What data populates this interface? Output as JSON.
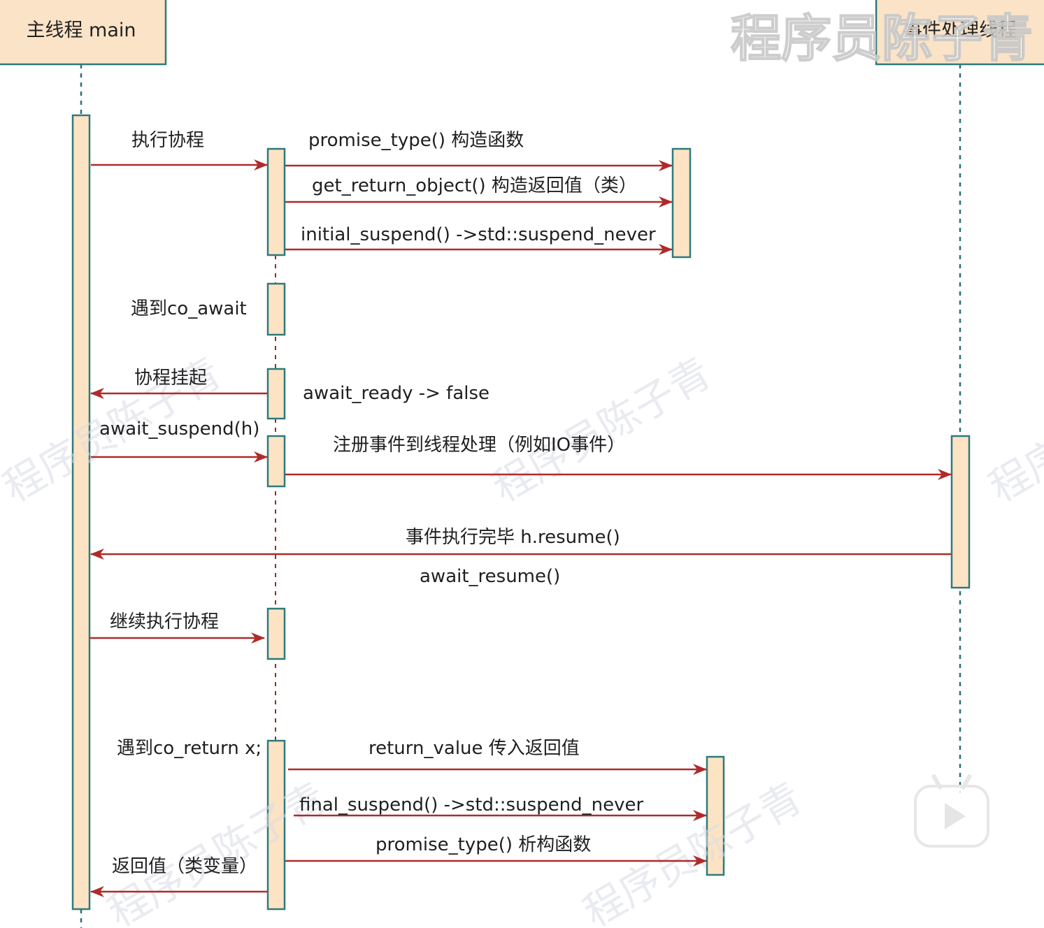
{
  "participants": {
    "main_thread": "主线程 main",
    "event_thread": "事件处理线程"
  },
  "messages": {
    "exec_coroutine": "执行协程",
    "promise_ctor": "promise_type() 构造函数",
    "get_return_object": "get_return_object() 构造返回值（类）",
    "initial_suspend": "initial_suspend() ->std::suspend_never",
    "meet_co_await": "遇到co_await",
    "coroutine_suspend": "协程挂起",
    "await_ready": "await_ready -> false",
    "await_suspend": "await_suspend(h)",
    "register_event": "注册事件到线程处理（例如IO事件）",
    "event_done": "事件执行完毕 h.resume()",
    "await_resume": "await_resume()",
    "continue_coroutine": "继续执行协程",
    "meet_co_return": "遇到co_return x;",
    "return_value": "return_value 传入返回值",
    "final_suspend": "final_suspend() ->std::suspend_never",
    "promise_dtor": "promise_type() 析构函数",
    "return_value_class": "返回值（类变量）"
  },
  "watermark": {
    "top_right": "程序员陈子青",
    "diagonal": "程序员陈子青"
  },
  "colors": {
    "arrow": "#b02a2a",
    "bar_fill": "#fce3c4",
    "bar_stroke": "#2e7b7b"
  },
  "icons": {
    "play_button": "video-play-icon"
  }
}
